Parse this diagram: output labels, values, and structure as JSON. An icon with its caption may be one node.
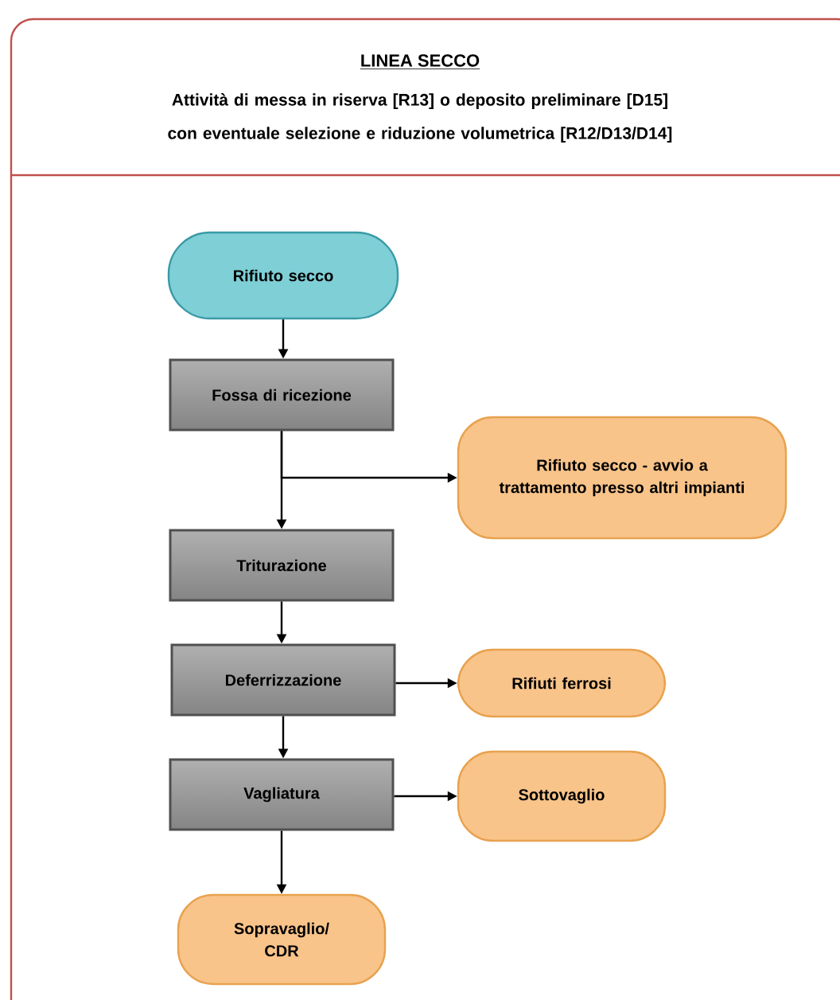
{
  "diagram": {
    "nodes": [
      {
        "text": [
          "LINEA SECCO",
          "Attività di messa in riserva [R13] o deposito preliminare [D15] con eventuale selezione e riduzione volumetrica [R12/D13/D14]"
        ]
      },
      {
        "text": [
          "Rifiuto secco"
        ],
        "in": 0
      },
      {
        "text": [
          "Fossa di ricezione"
        ],
        "in": 0
      },
      {
        "text": [
          "Rifiuto secco - avvio a trattamento presso altri impianti"
        ],
        "in": 0
      },
      {
        "text": [
          "Triturazione"
        ],
        "in": 0
      },
      {
        "text": [
          "Deferrizzazione"
        ],
        "in": 0
      },
      {
        "text": [
          "Rifiuti ferrosi"
        ],
        "in": 0
      },
      {
        "text": [
          "Vagliatura"
        ],
        "in": 0
      },
      {
        "text": [
          "Sottovaglio"
        ],
        "in": 0
      },
      {
        "text": [
          "Sopravaglio/ CDR"
        ],
        "in": 0
      }
    ],
    "edges": [
      {
        "from": 1,
        "to": 2,
        "arrow": "to"
      },
      {
        "from": 2,
        "to": 4,
        "arrow": "to"
      },
      {
        "from": 2,
        "to": 3,
        "arrow": "to"
      },
      {
        "from": 4,
        "to": 5,
        "arrow": "to"
      },
      {
        "from": 5,
        "to": 6,
        "arrow": "to"
      },
      {
        "from": 5,
        "to": 7,
        "arrow": "to"
      },
      {
        "from": 7,
        "to": 8,
        "arrow": "to"
      },
      {
        "from": 7,
        "to": 9,
        "arrow": "to"
      }
    ]
  }
}
